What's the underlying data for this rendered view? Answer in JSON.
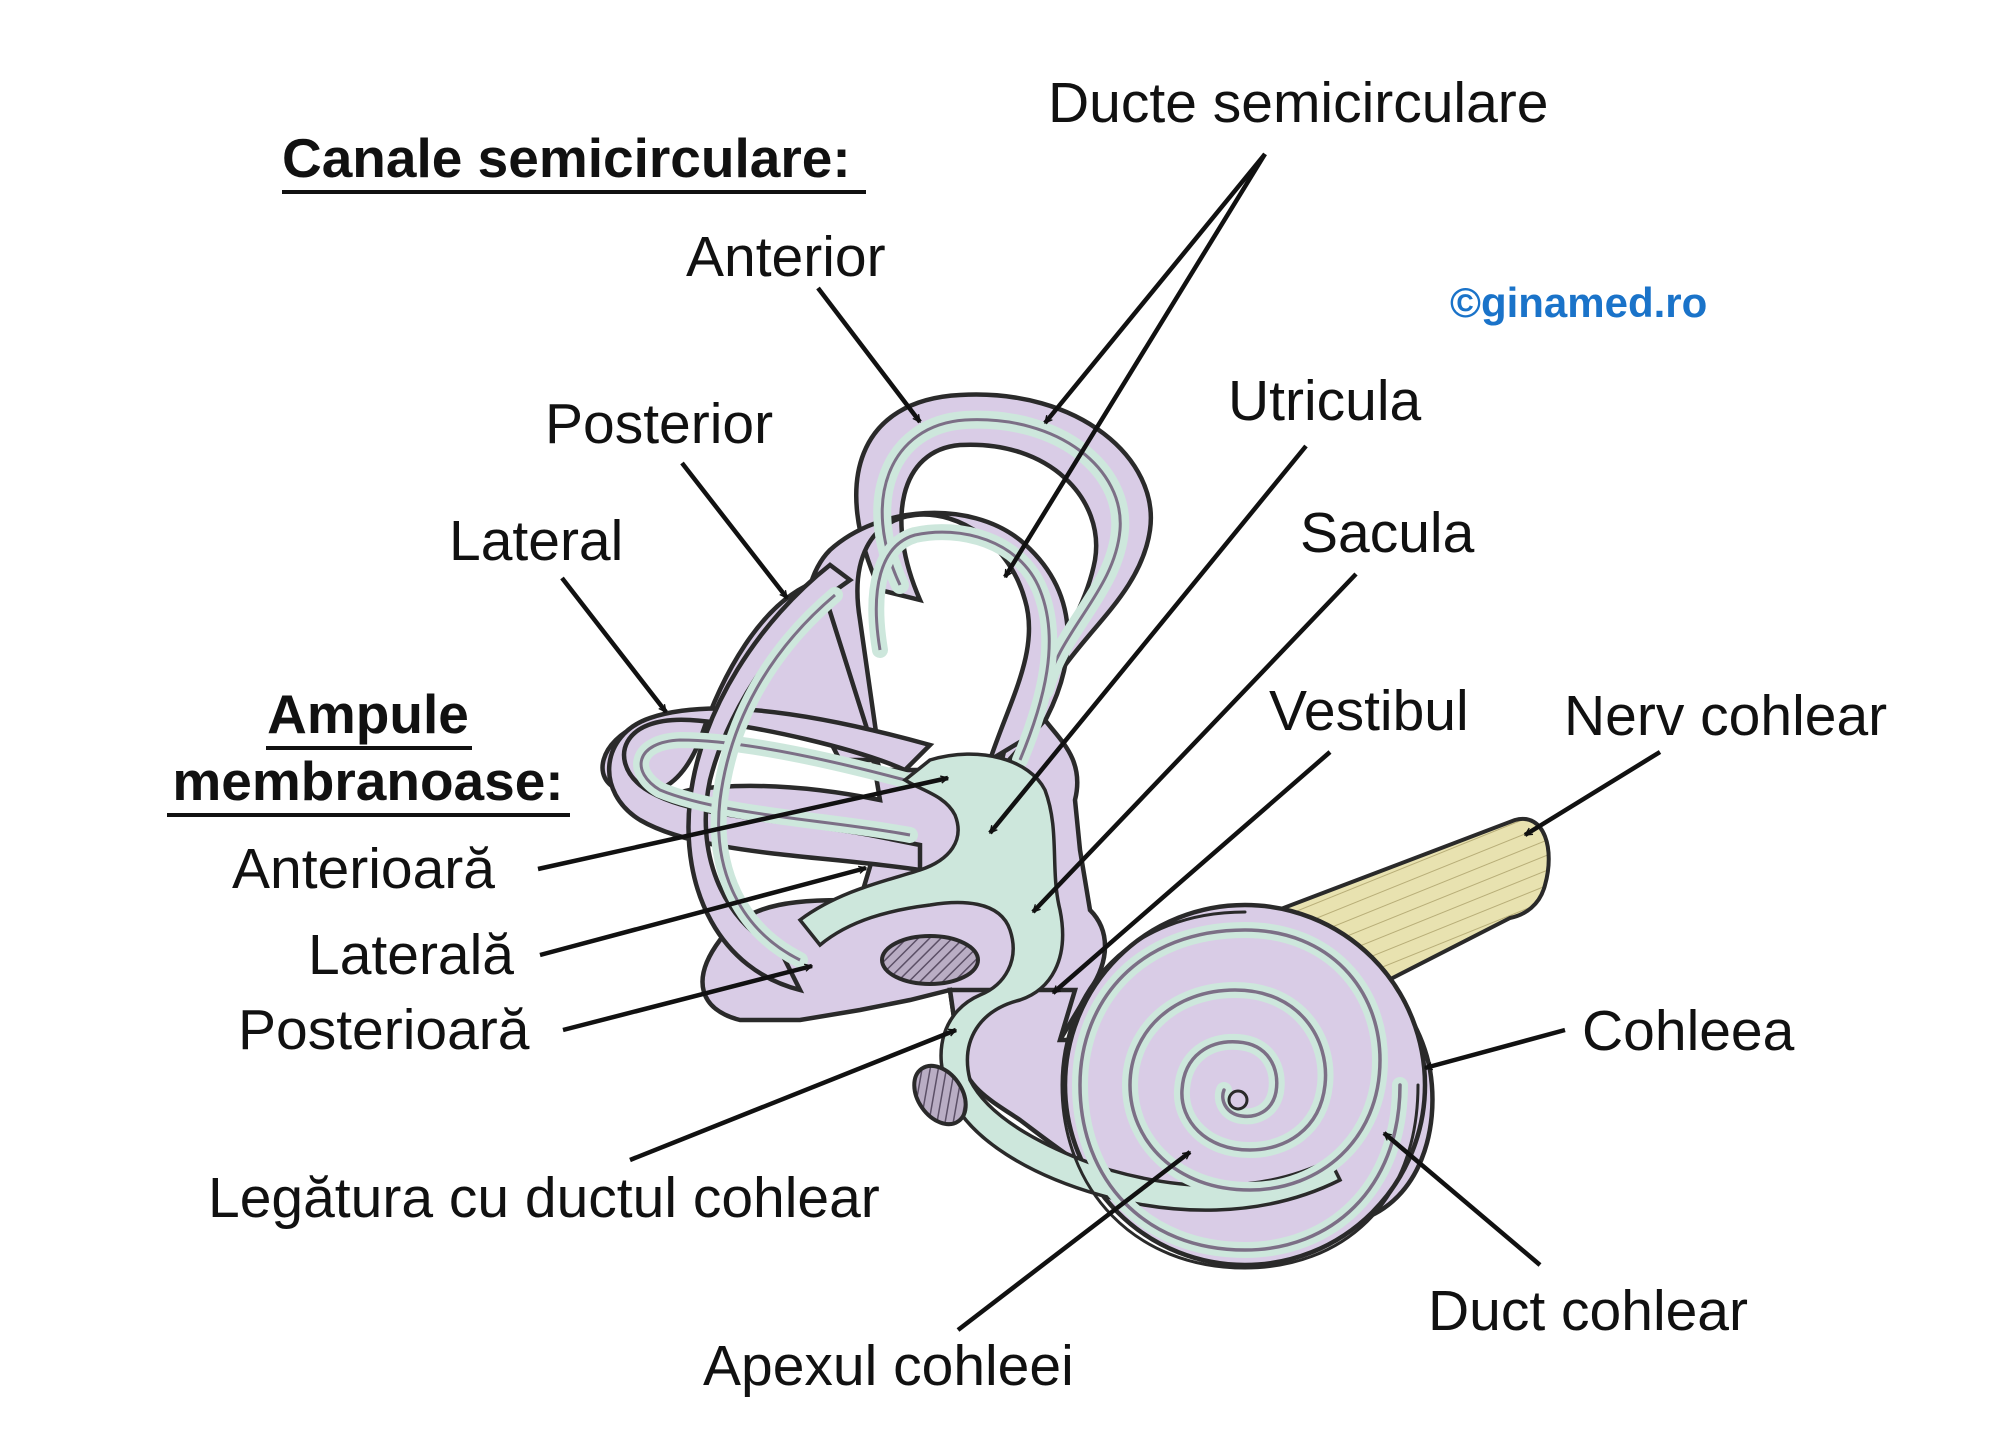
{
  "headings": {
    "canals": "Canale semicirculare:",
    "ampullae_line1": "Ampule",
    "ampullae_line2": "membranoase:"
  },
  "copyright": "©ginamed.ro",
  "labels": {
    "anterior": "Anterior",
    "posterior": "Posterior",
    "lateral": "Lateral",
    "ducte_semicirculare": "Ducte semicirculare",
    "utricula": "Utricula",
    "sacula": "Sacula",
    "vestibul": "Vestibul",
    "nerv_cohlear": "Nerv cohlear",
    "anterioara": "Anterioară",
    "laterala": "Laterală",
    "posterioara": "Posterioară",
    "legatura": "Legătura cu ductul cohlear",
    "cohleea": "Cohleea",
    "duct_cohlear": "Duct cohlear",
    "apexul_cohleei": "Apexul cohleei"
  },
  "colors": {
    "bony_labyrinth": "#d9cce6",
    "membranous_labyrinth": "#cde7dc",
    "outline": "#2a2a2a",
    "duct_outline": "#7c6f86",
    "nerve": "#e8e2b0",
    "copyright": "#1a73c9"
  }
}
